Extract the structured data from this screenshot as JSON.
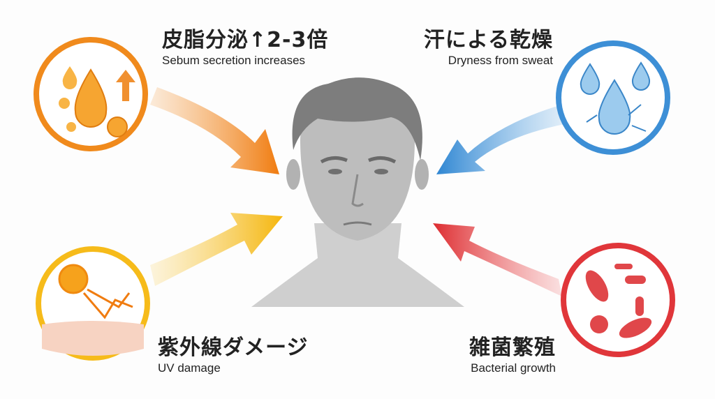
{
  "factors": [
    {
      "id": "sebum",
      "title_jp": "皮脂分泌↑2-3倍",
      "title_en": "Sebum secretion increases",
      "color": "#f08a1c",
      "icon": "oil-droplets-up-icon"
    },
    {
      "id": "dryness",
      "title_jp": "汗による乾燥",
      "title_en": "Dryness from sweat",
      "color": "#3d8fd6",
      "icon": "cracked-water-drops-icon"
    },
    {
      "id": "uv",
      "title_jp": "紫外線ダメージ",
      "title_en": "UV damage",
      "color": "#f6bb1a",
      "icon": "sun-skin-uv-icon"
    },
    {
      "id": "bacteria",
      "title_jp": "雑菌繁殖",
      "title_en": "Bacterial growth",
      "color": "#e0363a",
      "icon": "bacteria-icon"
    }
  ],
  "center": {
    "icon": "male-face-icon"
  }
}
